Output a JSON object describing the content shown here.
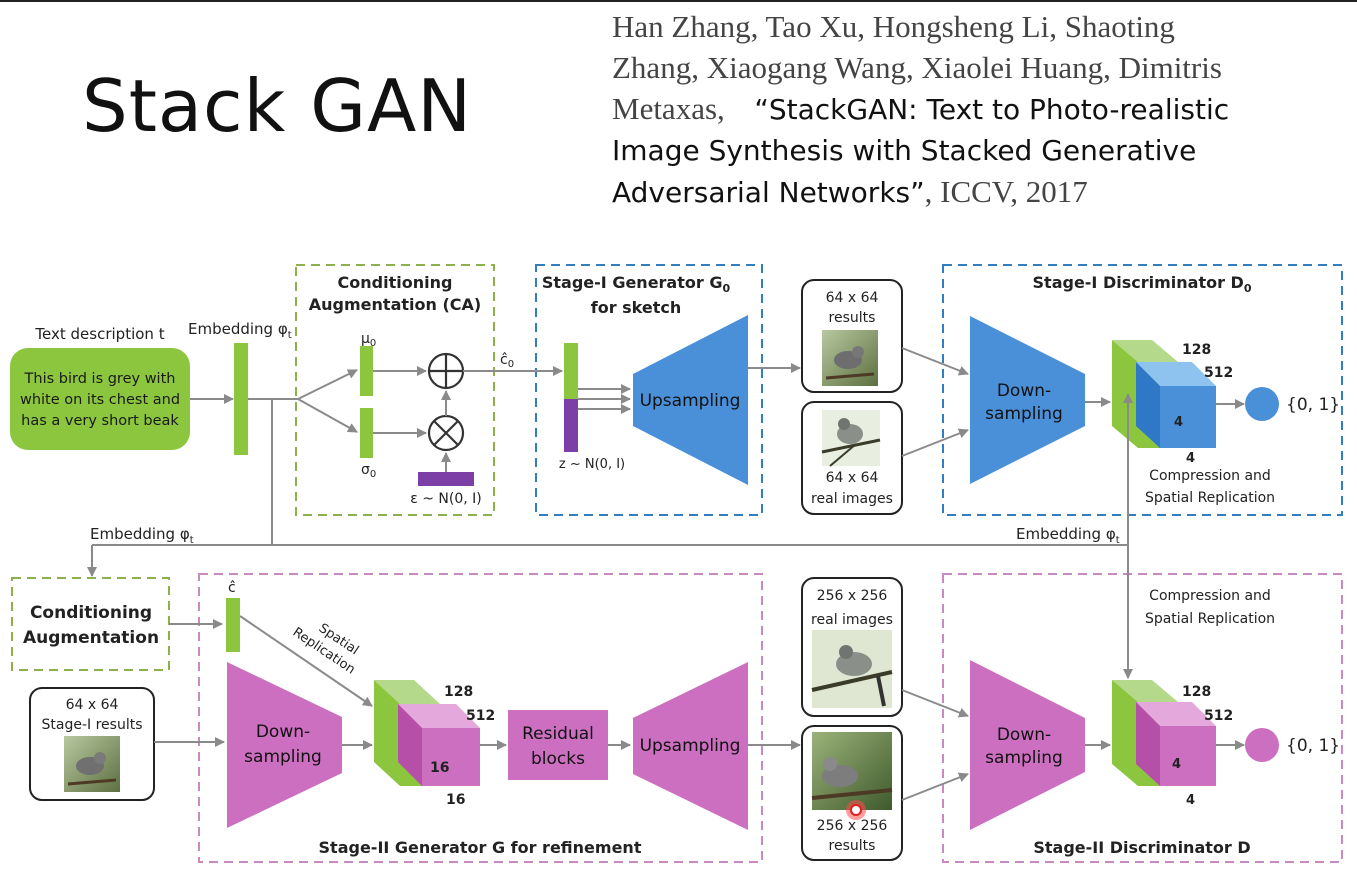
{
  "slide": {
    "title": "Stack GAN",
    "citation": {
      "authors_line1": "Han Zhang, Tao Xu, Hongsheng Li, Shaoting",
      "authors_line2": "Zhang, Xiaogang Wang, Xiaolei Huang, Dimitris",
      "authors_line3": "Metaxas,",
      "paper_title_line1": "“StackGAN: Text to Photo-realistic",
      "paper_title_line2": "Image Synthesis with Stacked Generative",
      "paper_title_line3": "Adversarial Networks”",
      "venue": ", ICCV, 2017"
    }
  },
  "diagram": {
    "text_description_label": "Text description t",
    "text_description": [
      "This bird is grey with",
      "white on its chest and",
      "has a very short beak"
    ],
    "embedding_label": "Embedding φ",
    "embedding_sub": "t",
    "ca_title": [
      "Conditioning",
      "Augmentation (CA)"
    ],
    "mu_label": "μ",
    "mu_sub": "0",
    "sigma_label": "σ",
    "sigma_sub": "0",
    "epsilon_label": "ε ~ N(0, I)",
    "c0_label": "ĉ",
    "c0_sub": "0",
    "stage1_gen_title": [
      "Stage-I Generator G",
      "for sketch"
    ],
    "stage1_gen_sub": "0",
    "z_label": "z ~ N(0, I)",
    "upsampling": "Upsampling",
    "results_64": [
      "64 x 64",
      "results"
    ],
    "real_64": [
      "64 x 64",
      "real images"
    ],
    "stage1_disc_title": "Stage-I Discriminator D",
    "stage1_disc_sub": "0",
    "down_sampling": [
      "Down-",
      "sampling"
    ],
    "cube1": {
      "top": "128",
      "right": "512",
      "depth": "4",
      "bottom": "4"
    },
    "compression": [
      "Compression and",
      "Spatial Replication"
    ],
    "output_label": "{0, 1}",
    "embedding_left": "Embedding φ",
    "embedding_right": "Embedding φ",
    "ca2_title": [
      "Conditioning",
      "Augmentation"
    ],
    "c_hat": "ĉ",
    "spatial_replication": [
      "Spatial",
      "Replication"
    ],
    "stage1_results": [
      "64 x 64",
      "Stage-I results"
    ],
    "cube2": {
      "top": "128",
      "right": "512",
      "depth": "16",
      "bottom": "16"
    },
    "residual_blocks": [
      "Residual",
      "blocks"
    ],
    "real_256": [
      "256 x 256",
      "real images"
    ],
    "results_256": [
      "256 x 256",
      "results"
    ],
    "compression2": [
      "Compression and",
      "Spatial Replication"
    ],
    "cube3": {
      "top": "128",
      "right": "512",
      "depth": "4",
      "bottom": "4"
    },
    "stage2_gen_title": "Stage-II Generator G for refinement",
    "stage2_disc_title": "Stage-II Discriminator D",
    "colors": {
      "green": "#8cc63f",
      "green_light": "#b5d98a",
      "blue": "#4a90d9",
      "blue_light": "#8ec3f0",
      "purple": "#7b3fa6",
      "pink": "#cc6fc0",
      "pink_light": "#e4a8dc",
      "dash_green": "#8cb04a",
      "dash_blue": "#2f7fc1",
      "dash_pink": "#c98ac2",
      "arrow": "#8a8a8a"
    }
  }
}
